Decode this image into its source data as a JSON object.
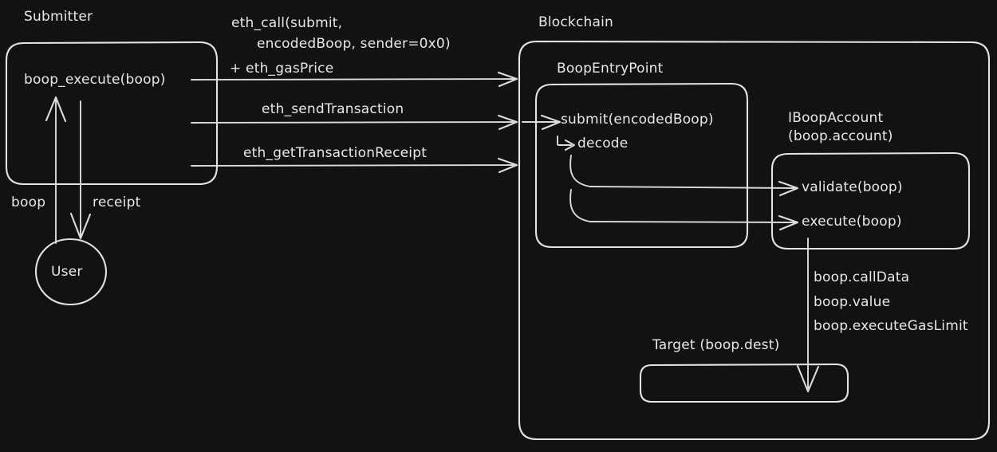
{
  "diagram": {
    "title_visible": false,
    "background_color": "#121212",
    "stroke_color": "#e3e3e3",
    "text_color": "#e8e8e8",
    "groups": {
      "submitter": {
        "label": "Submitter",
        "inner_label": "boop_execute(boop)"
      },
      "blockchain": {
        "label": "Blockchain"
      },
      "boop_entry_point": {
        "label": "BoopEntryPoint",
        "submit_label": "submit(encodedBoop)",
        "decode_label": "decode"
      },
      "iboop_account": {
        "label_line1": "IBoopAccount",
        "label_line2": "(boop.account)",
        "validate_label": "validate(boop)",
        "execute_label": "execute(boop)"
      },
      "target": {
        "label": "Target (boop.dest)"
      },
      "user": {
        "label": "User"
      }
    },
    "edges": {
      "eth_call_line1": "eth_call(submit,",
      "eth_call_line2": "encodedBoop, sender=0x0)",
      "eth_call_line3": "+ eth_gasPrice",
      "eth_send_transaction": "eth_sendTransaction",
      "eth_get_transaction_receipt": "eth_getTransactionReceipt",
      "boop": "boop",
      "receipt": "receipt",
      "exec_params_line1": "boop.callData",
      "exec_params_line2": "boop.value",
      "exec_params_line3": "boop.executeGasLimit"
    }
  }
}
